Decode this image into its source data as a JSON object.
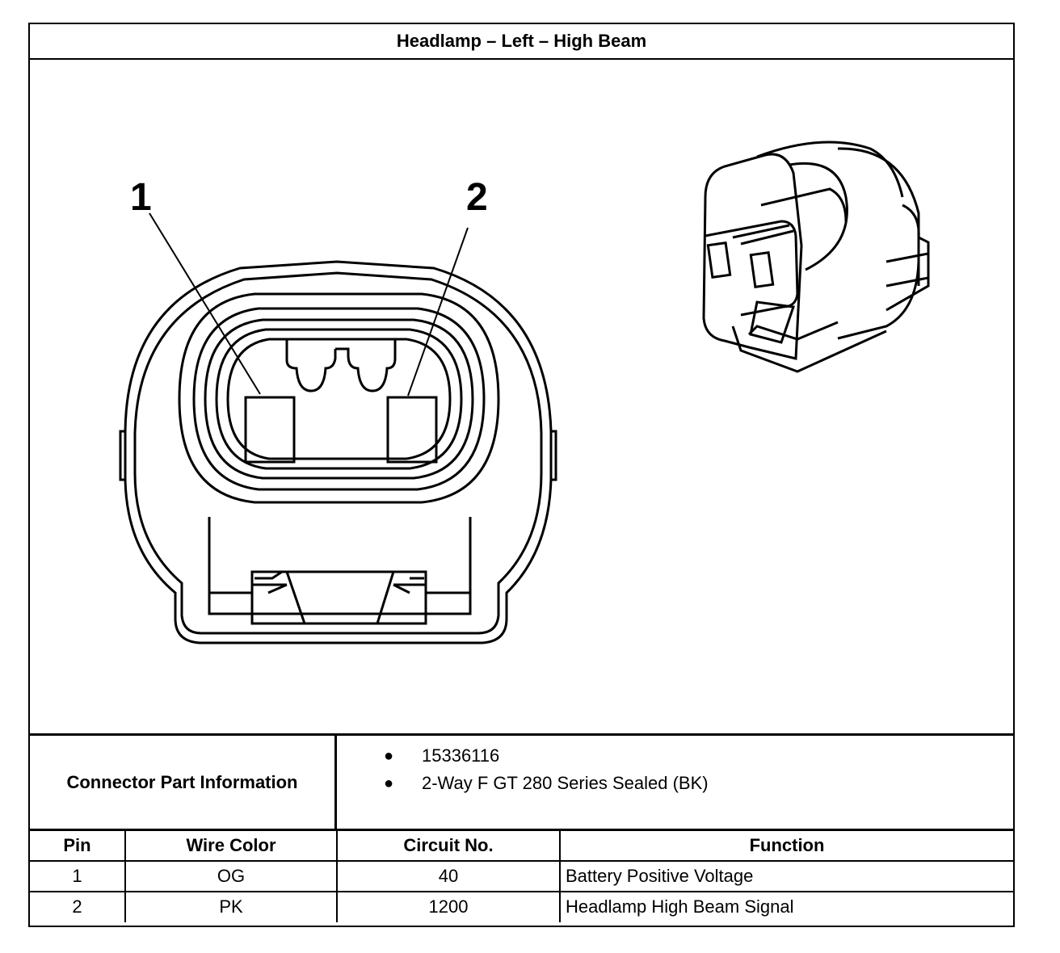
{
  "title": "Headlamp – Left – High Beam",
  "diagram": {
    "pin_labels": [
      "1",
      "2"
    ]
  },
  "connector_info": {
    "label": "Connector Part Information",
    "items": [
      "15336116",
      "2-Way F GT 280 Series Sealed (BK)"
    ]
  },
  "pin_table": {
    "headers": [
      "Pin",
      "Wire Color",
      "Circuit No.",
      "Function"
    ],
    "rows": [
      {
        "pin": "1",
        "wire_color": "OG",
        "circuit": "40",
        "function": "Battery Positive Voltage"
      },
      {
        "pin": "2",
        "wire_color": "PK",
        "circuit": "1200",
        "function": "Headlamp High Beam Signal"
      }
    ]
  }
}
